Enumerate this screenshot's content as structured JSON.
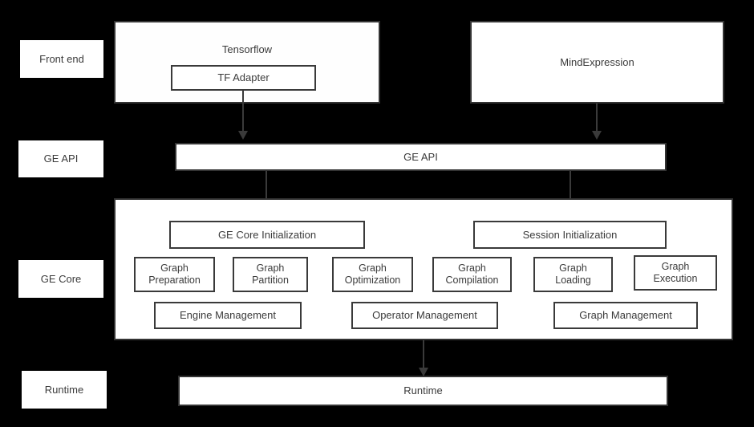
{
  "diagram": {
    "background_color": "#000000",
    "box_fill_color": "#ffffff",
    "box_border_color": "#3a3a3a",
    "text_color": "#3b3b3b",
    "layers": [
      {
        "id": "front-end",
        "label": "Front end"
      },
      {
        "id": "ge-api",
        "label": "GE API"
      },
      {
        "id": "ge-core",
        "label": "GE Core"
      },
      {
        "id": "runtime",
        "label": "Runtime"
      }
    ],
    "front_end": {
      "tensorflow": {
        "label": "Tensorflow",
        "child": {
          "label": "TF Adapter"
        }
      },
      "mindexpression": {
        "label": "MindExpression"
      }
    },
    "ge_api_bar": {
      "label": "GE API"
    },
    "ge_core": {
      "initializers": [
        {
          "label": "GE Core Initialization"
        },
        {
          "label": "Session Initialization"
        }
      ],
      "modules": [
        {
          "label": "Graph\nPreparation"
        },
        {
          "label": "Graph\nPartition"
        },
        {
          "label": "Graph\nOptimization"
        },
        {
          "label": "Graph\nCompilation"
        },
        {
          "label": "Graph\nLoading"
        },
        {
          "label": "Graph\nExecution"
        }
      ],
      "managers": [
        {
          "label": "Engine Management"
        },
        {
          "label": "Operator Management"
        },
        {
          "label": "Graph Management"
        }
      ]
    },
    "runtime_bar": {
      "label": "Runtime"
    }
  }
}
